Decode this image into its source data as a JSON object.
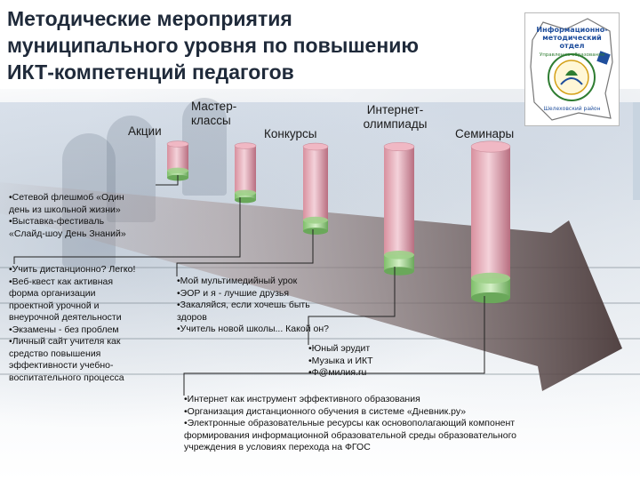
{
  "slide": {
    "title_lines": [
      "Методические мероприятия",
      "муниципального уровня по повышению",
      "ИКТ-компетенций педагогов"
    ],
    "logo": {
      "lines": [
        "Информационно-",
        "методический",
        "отдел"
      ],
      "ring_text": "Управление образования",
      "bottom_text": "Шелеховский район",
      "accent_colors": [
        "#2f7d32",
        "#d4a017",
        "#1f4e9c"
      ]
    },
    "categories": [
      "Акции",
      "Мастер-\nклассы",
      "Конкурсы",
      "Интернет-\nолимпиады",
      "Семинары"
    ],
    "aktsii_items": [
      "•Сетевой флешмоб «Один",
      "день из школьной жизни»",
      "•Выставка-фестиваль",
      "«Слайд-шоу День Знаний»"
    ],
    "master_items": [
      "•Учить дистанционно? Легко!",
      "•Веб-квест как активная",
      "форма организации",
      "проектной урочной и",
      "внеурочной деятельности",
      "•Экзамены - без проблем",
      "•Личный сайт учителя как",
      "средство повышения",
      "эффективности учебно-",
      "воспитательного процесса"
    ],
    "konkursy_items": [
      "•Мой мультимедийный урок",
      "•ЭОР и я - лучшие друзья",
      "•Закаляйся, если хочешь быть",
      "здоров",
      "•Учитель новой школы... Какой он?"
    ],
    "olimpiady_items": [
      "•Юный эрудит",
      "•Музыка и ИКТ",
      "•Ф@милия.ru"
    ],
    "seminary_items": [
      "•Интернет как инструмент эффективного образования",
      "•Организация дистанционного обучения в системе «Дневник.ру»",
      "•Электронные образовательные ресурсы как основополагающий компонент",
      "формирования информационной образовательной среды образовательного",
      "учреждения в условиях перехода на ФГОС"
    ],
    "cylinder_levels": [
      1,
      2,
      3,
      4,
      5
    ],
    "colors": {
      "arrow_dark": "#4a3a3a",
      "arrow_light": "#a89898",
      "cylinder_top": "#f0b8c4",
      "cylinder_body": "#d8909e",
      "cylinder_base": "#9fd08a",
      "connector": "#222222"
    }
  }
}
